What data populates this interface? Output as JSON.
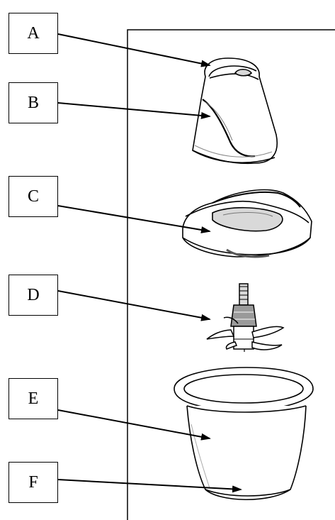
{
  "labels": {
    "a": "A",
    "b": "B",
    "c": "C",
    "d": "D",
    "e": "E",
    "f": "F"
  },
  "colors": {
    "line": "#000000",
    "part_fill": "#ffffff",
    "shade": "#d9d9d9",
    "dark_shade": "#9a9a9a"
  }
}
